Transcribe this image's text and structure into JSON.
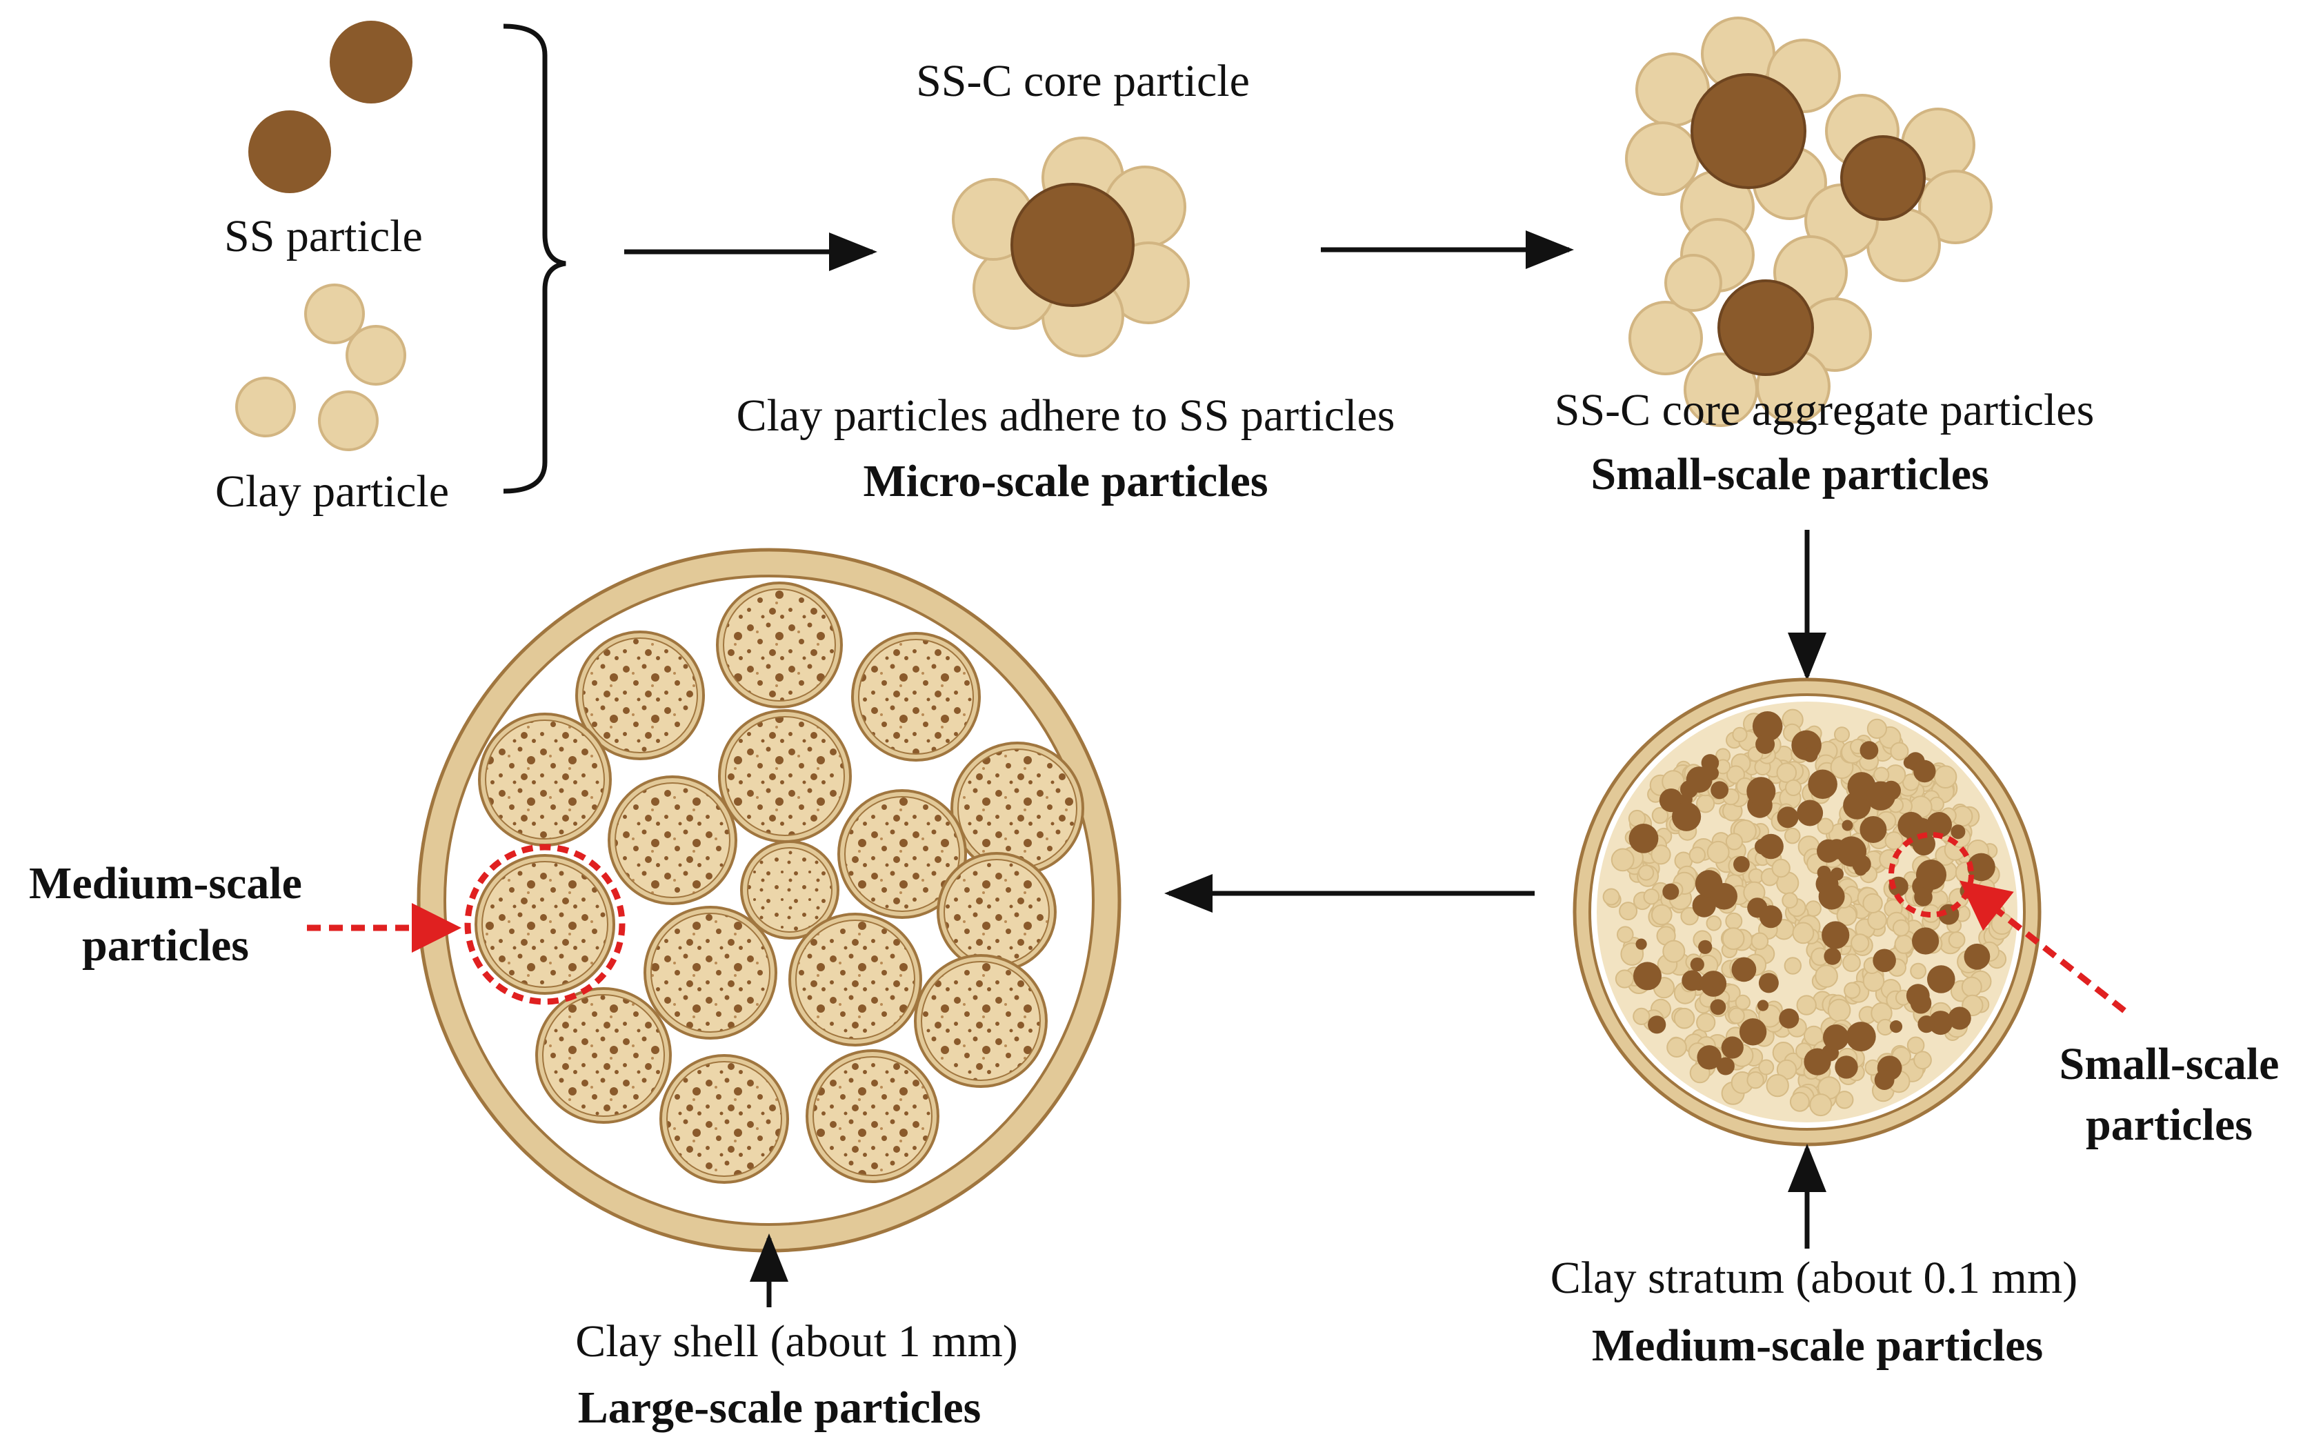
{
  "colors": {
    "ss_brown": "#8a5a2b",
    "clay_tan": "#e8d2a4",
    "clay_shell": "#e2c998",
    "outline": "#a0763f",
    "arrow": "#111111",
    "highlight_red": "#e02020"
  },
  "inputs": {
    "ss_particle": "SS particle",
    "clay_particle": "Clay particle"
  },
  "micro": {
    "top_label": "SS-C core particle",
    "caption": "Clay particles adhere to SS particles",
    "scale": "Micro-scale particles"
  },
  "small": {
    "caption": "SS-C core aggregate particles",
    "scale": "Small-scale particles"
  },
  "medium": {
    "stratum": "Clay stratum (about 0.1 mm)",
    "scale": "Medium-scale particles",
    "callout_line1": "Small-scale",
    "callout_line2": "particles"
  },
  "large": {
    "shell": "Clay shell (about 1 mm)",
    "scale": "Large-scale particles",
    "callout_line1": "Medium-scale",
    "callout_line2": "particles"
  }
}
